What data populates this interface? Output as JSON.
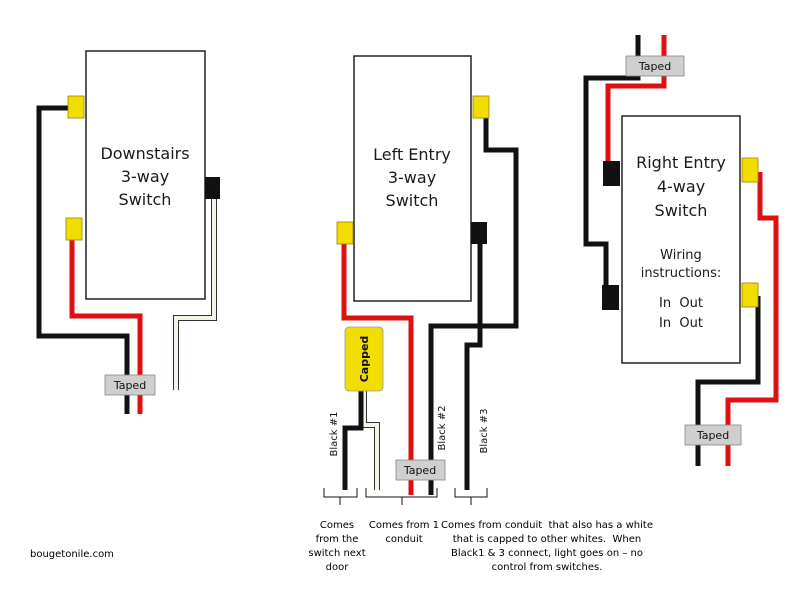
{
  "switches": {
    "downstairs": {
      "lines": [
        "Downstairs",
        "3-way",
        "Switch"
      ]
    },
    "left_entry": {
      "lines": [
        "Left Entry",
        "3-way",
        "Switch"
      ]
    },
    "right_entry": {
      "lines": [
        "Right Entry",
        "4-way",
        "Switch"
      ],
      "notes": [
        "Wiring",
        "instructions:",
        "In  Out",
        "In  Out"
      ]
    }
  },
  "labels": {
    "taped": "Taped",
    "capped": "Capped",
    "black1": "Black #1",
    "black2": "Black #2",
    "black3": "Black #3"
  },
  "captions": {
    "switch_next_door": [
      "Comes",
      "from the",
      "switch next",
      "door"
    ],
    "from_conduit_1": [
      "Comes from 1",
      "conduit"
    ],
    "from_conduit_white": [
      "Comes from conduit  that also has a white",
      "that is capped to other whites.  When",
      "Black1 & 3 connect, light goes on – no",
      "control from switches."
    ]
  },
  "watermark": "bougetonile.com",
  "colors": {
    "black_wire": "#111111",
    "red_wire": "#dd1111",
    "white_wire": "#f5f2e6",
    "terminal_brass": "#f2dd00",
    "terminal_black": "#111111",
    "tape": "#cfcfcf",
    "capped": "#f2dd00"
  }
}
